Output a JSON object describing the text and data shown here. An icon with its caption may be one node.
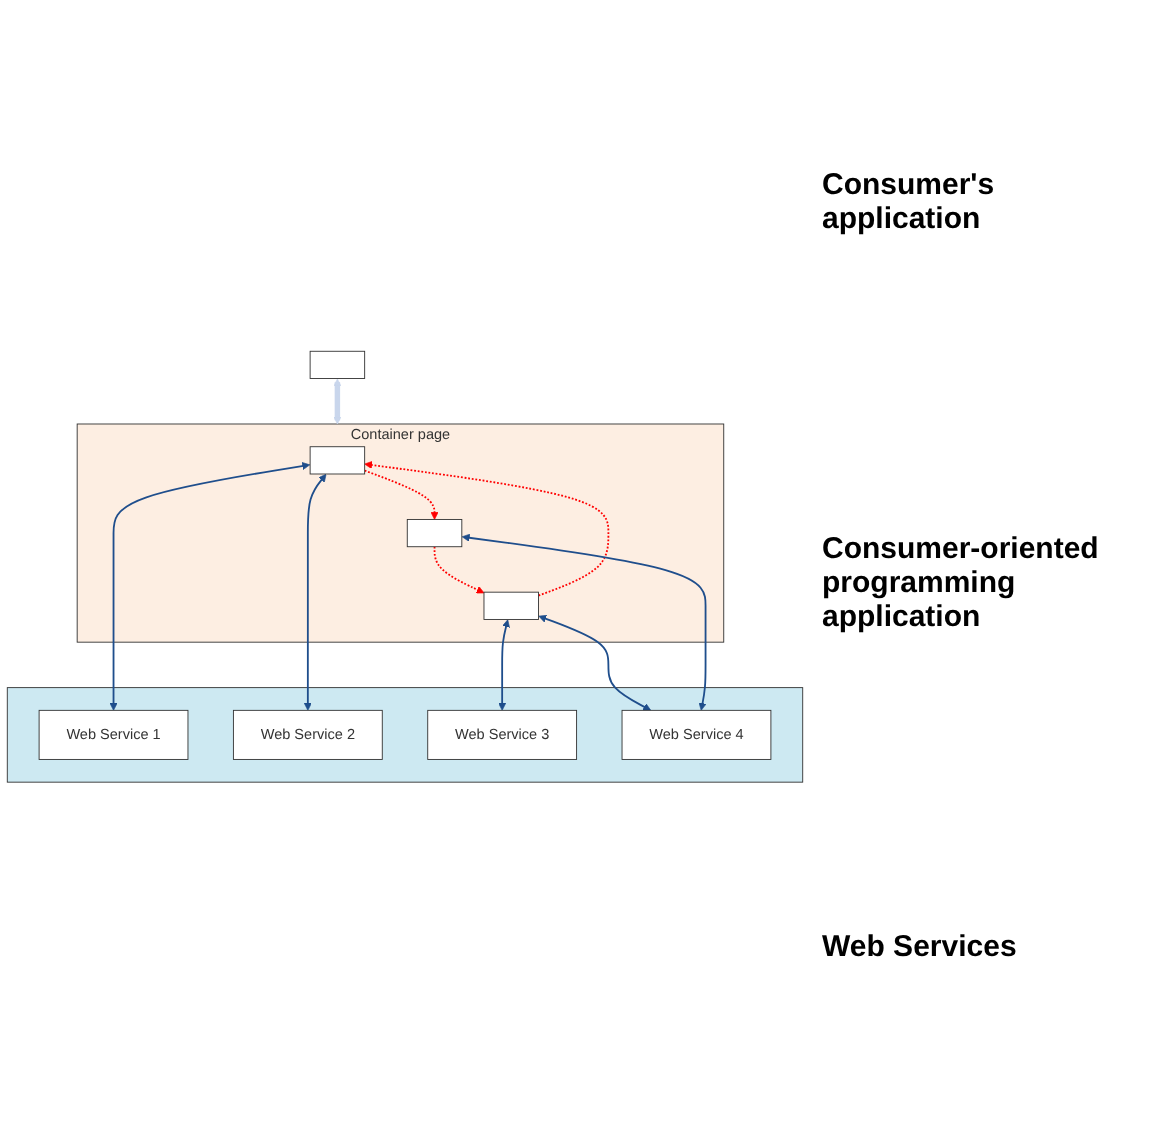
{
  "diagram": {
    "nodes": [
      {
        "text": [],
        "shape": "box"
      },
      {
        "text": [
          "Container page"
        ]
      },
      {
        "text": [],
        "shape": "box",
        "in": 1
      },
      {
        "text": [],
        "shape": "box",
        "in": 1
      },
      {
        "text": [],
        "shape": "box",
        "in": 1
      },
      {
        "text": [],
        "shape": "cloud"
      },
      {
        "text": [
          "Web Service 1"
        ],
        "in": 5
      },
      {
        "text": [
          "Web Service 2"
        ],
        "in": 5
      },
      {
        "text": [
          "Web Service 3"
        ],
        "in": 5
      },
      {
        "text": [
          "Web Service 4"
        ],
        "in": 5
      }
    ],
    "edges": [
      {
        "from": 0,
        "to": 1,
        "arrow": "both",
        "style": "thick",
        "color": "#c9d6ec"
      },
      {
        "from": 2,
        "to": 3,
        "arrow": "to",
        "style": "dashed",
        "color": "#ff0000"
      },
      {
        "from": 3,
        "to": 4,
        "arrow": "to",
        "style": "dashed",
        "color": "#ff0000"
      },
      {
        "from": 4,
        "to": 2,
        "arrow": "to",
        "style": "dashed",
        "color": "#ff0000"
      },
      {
        "from": 2,
        "to": 6,
        "arrow": "both"
      },
      {
        "from": 2,
        "to": 7,
        "arrow": "both"
      },
      {
        "from": 4,
        "to": 8,
        "arrow": "both"
      },
      {
        "from": 4,
        "to": 9,
        "arrow": "both"
      },
      {
        "from": 3,
        "to": 9,
        "arrow": "both"
      }
    ],
    "labels": [
      "Consumer's application",
      "Consumer-oriented programming application",
      "Web Services"
    ]
  }
}
